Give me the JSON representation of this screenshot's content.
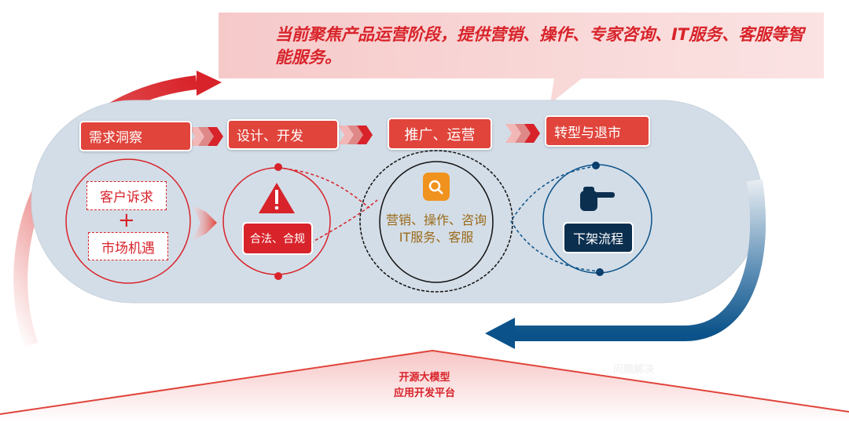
{
  "callout": {
    "text": "当前聚焦产品运营阶段，提供营销、操作、专家咨询、IT服务、客服等智能服务。"
  },
  "stages": [
    {
      "label": "需求洞察"
    },
    {
      "label": "设计、开发"
    },
    {
      "label": "推广、运营"
    },
    {
      "label": "转型与退市"
    }
  ],
  "insight": {
    "item1": "客户诉求",
    "plus": "+",
    "item2": "市场机遇"
  },
  "design": {
    "label": "合法、合规",
    "icon": "warning-icon"
  },
  "operate": {
    "line1": "营销、操作、咨询",
    "line2": "IT服务、客服",
    "icon": "search-service-icon"
  },
  "exit": {
    "label": "下架流程",
    "icon": "pointing-hand-icon"
  },
  "platform": {
    "line1": "开源大模型",
    "line2": "应用开发平台"
  },
  "faint_label": "问题解决",
  "colors": {
    "red": "#d8232a",
    "stage_red": "#e0443b",
    "navy": "#0b2f4f",
    "blue": "#0a5289",
    "capsule": "#d3dde7",
    "orange": "#f0921e"
  }
}
